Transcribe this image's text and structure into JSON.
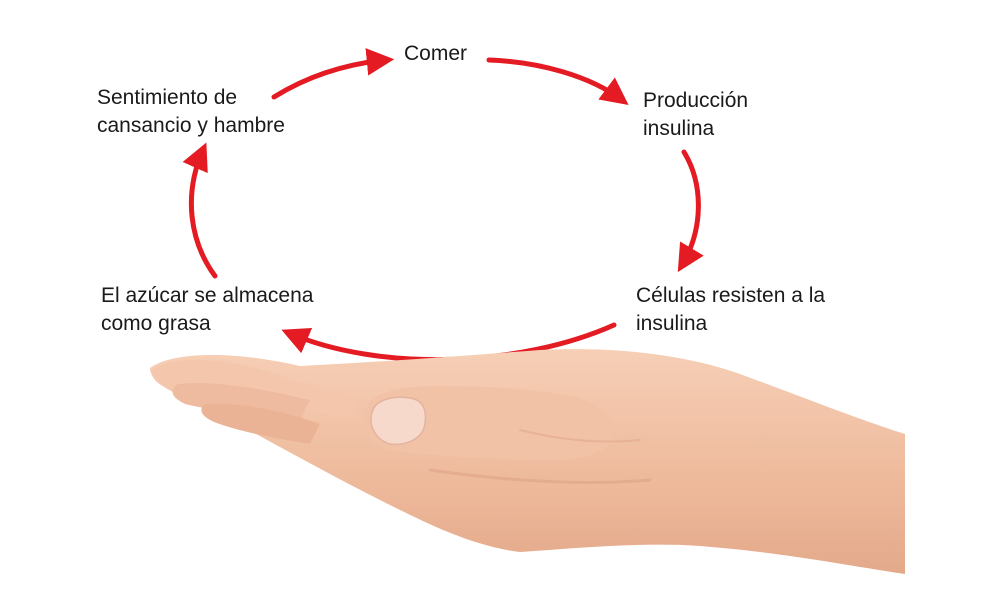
{
  "diagram": {
    "arrow_color": "#e41b23",
    "steps": [
      {
        "lines": [
          "Comer"
        ]
      },
      {
        "lines": [
          "Producción",
          "insulina"
        ]
      },
      {
        "lines": [
          "Células resisten a la",
          "insulina"
        ]
      },
      {
        "lines": [
          "El azúcar se almacena",
          "como grasa"
        ]
      },
      {
        "lines": [
          "Sentimiento de",
          "cansancio y hambre"
        ]
      }
    ]
  },
  "illustration": {
    "icon": "open-palm-hand-icon",
    "skin_color": "#f3c4a8",
    "skin_shadow": "#e3a98a"
  }
}
